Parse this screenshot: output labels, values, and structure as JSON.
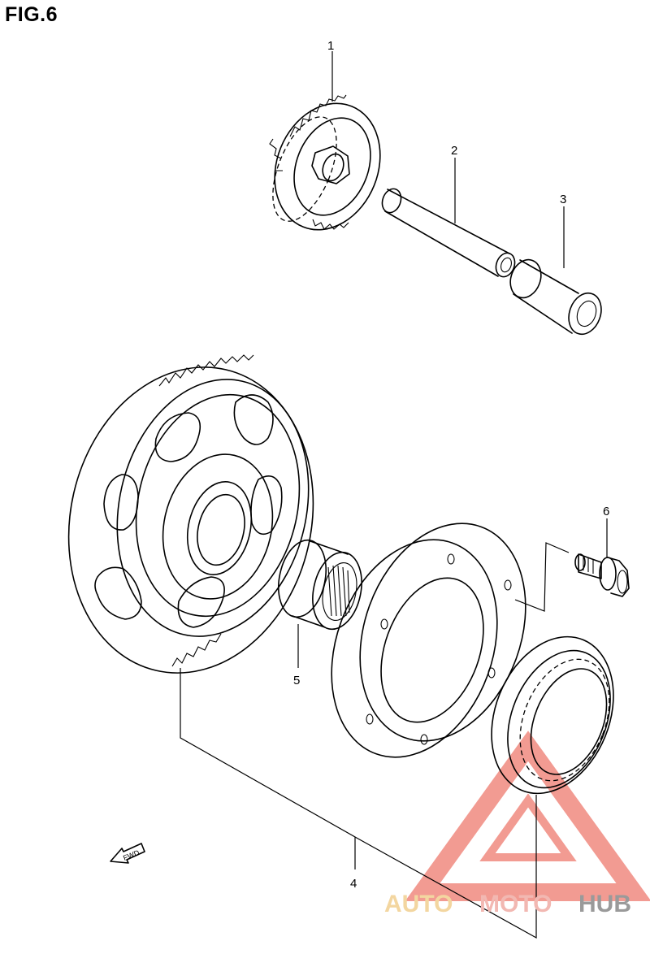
{
  "figure": {
    "title": "FIG.6"
  },
  "callouts": [
    {
      "id": "1",
      "label": "1"
    },
    {
      "id": "2",
      "label": "2"
    },
    {
      "id": "3",
      "label": "3"
    },
    {
      "id": "4",
      "label": "4"
    },
    {
      "id": "5",
      "label": "5"
    },
    {
      "id": "6",
      "label": "6"
    }
  ],
  "direction_arrow": {
    "label": "FWD"
  },
  "watermark": {
    "part1": "AUTO",
    "part2": "MOTO",
    "part3": "HUB",
    "color_main": "#f2b8b2",
    "color_secondary": "#f3d6a0",
    "color_dark": "#9a9a9a"
  }
}
